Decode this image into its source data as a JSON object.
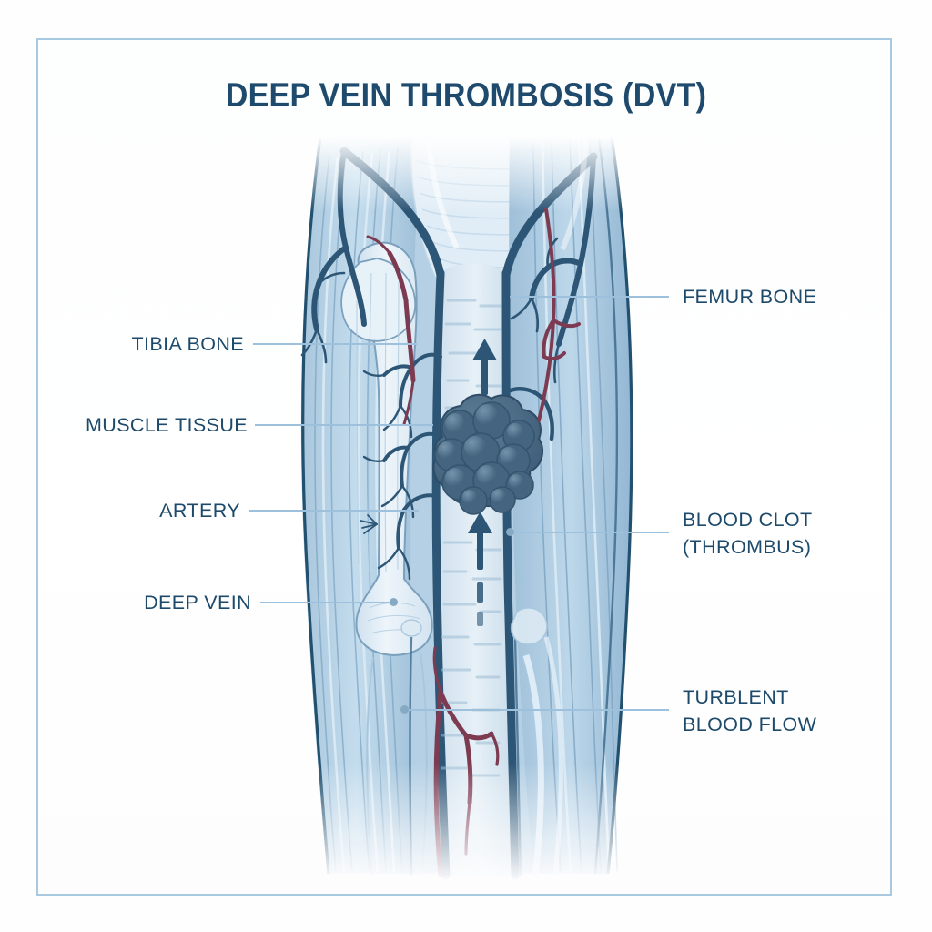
{
  "figure": {
    "title": "DEEP VEIN THROMBOSIS (DVT)",
    "subject": "cross-sectional anatomical illustration of a human lower leg",
    "frame_color": "#a8c9e0",
    "background_color": "#fefefe",
    "title_color": "#1e4a6d",
    "label_color": "#1d4a6b",
    "leader_color": "#9dc0dc"
  },
  "palette": {
    "vein_dark": "#2d5676",
    "vein_mid": "#4b7ba1",
    "artery": "#7d3b52",
    "muscle_light": "#b9d2e6",
    "muscle_mid": "#9dc0da",
    "bone_pale": "#e2edf5",
    "clot_dark": "#3c5c79",
    "clot_light": "#5b7d99",
    "skin_edge": "#22506f"
  },
  "labels_left": [
    {
      "id": "tibia-bone",
      "text": "TIBIA BONE",
      "line2": ""
    },
    {
      "id": "muscle-tissue",
      "text": "MUSCLE TISSUE",
      "line2": ""
    },
    {
      "id": "artery",
      "text": "ARTERY",
      "line2": ""
    },
    {
      "id": "deep-vein",
      "text": "DEEP VEIN",
      "line2": ""
    }
  ],
  "labels_right": [
    {
      "id": "femur-bone",
      "text": "FEMUR BONE",
      "line2": ""
    },
    {
      "id": "blood-clot",
      "text": "BLOOD CLOT",
      "line2": "(THROMBUS)"
    },
    {
      "id": "turbulent-flow",
      "text": "TURBLENT",
      "line2": "BLOOD FLOW"
    }
  ],
  "annotations": {
    "flow_arrows": 2,
    "clot_lobes": 11
  }
}
